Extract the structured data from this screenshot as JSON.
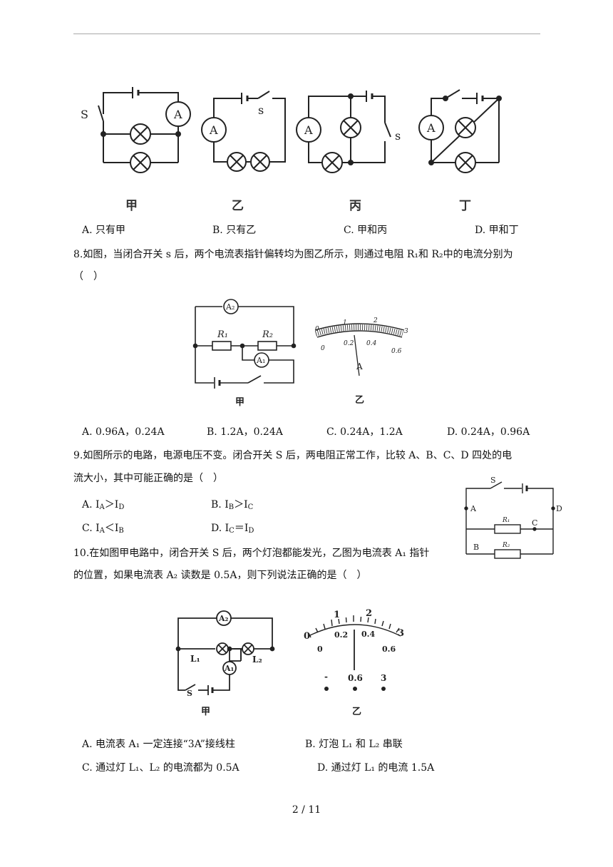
{
  "header": {},
  "q7": {
    "fig_labels": [
      "甲",
      "乙",
      "丙",
      "丁"
    ],
    "switch_label": "S",
    "switch_label_lower": "s",
    "ammeter_label": "A",
    "options": [
      "A. 只有甲",
      "B. 只有乙",
      "C. 甲和丙",
      "D. 甲和丁"
    ]
  },
  "q8": {
    "line1": "8.如图，当闭合开关 s 后，两个电流表指针偏转均为图乙所示，则通过电阻 R₁和 R₂中的电流分别为",
    "line2": "（　）",
    "fig": {
      "a2": "A₂",
      "a1": "A₁",
      "r1": "R₁",
      "r2": "R₂",
      "jia": "甲",
      "yi": "乙",
      "meter_top": [
        "1",
        "2",
        "3"
      ],
      "meter_bottom": [
        "0",
        "0.2",
        "0.4",
        "0.6"
      ],
      "meter_zero": "0",
      "pointer": "A"
    },
    "options": [
      "A. 0.96A，0.24A",
      "B. 1.2A，0.24A",
      "C. 0.24A，1.2A",
      "D. 0.24A，0.96A"
    ]
  },
  "q9": {
    "line1": "9.如图所示的电路，电源电压不变。闭合开关 S 后，两电阻正常工作，比较 A、B、C、D 四处的电",
    "line2": "流大小，其中可能正确的是（　）",
    "options": [
      "A. I",
      "B. I",
      "C. I",
      "D. I"
    ],
    "opt_parts": [
      {
        "s1": "A",
        "op": "＞",
        "s2": "D"
      },
      {
        "s1": "B",
        "op": "＞",
        "s2": "C"
      },
      {
        "s1": "A",
        "op": "＜",
        "s2": "B"
      },
      {
        "s1": "C",
        "op": "＝",
        "s2": "D"
      }
    ],
    "fig": {
      "s": "S",
      "a": "A",
      "b": "B",
      "c": "C",
      "d": "D",
      "r1": "R₁",
      "r2": "R₂"
    }
  },
  "q10": {
    "line1": "10.在如图甲电路中，闭合开关 S 后，两个灯泡都能发光，乙图为电流表 A₁ 指针",
    "line2": "的位置，如果电流表 A₂ 读数是 0.5A，则下列说法正确的是（　）",
    "fig": {
      "a2": "A₂",
      "a1": "A₁",
      "l1": "L₁",
      "l2": "L₂",
      "s": "S",
      "jia": "甲",
      "yi": "乙",
      "meter_top": [
        "1",
        "2",
        "3"
      ],
      "meter_bottom": [
        "0",
        "0.2",
        "0.4",
        "0.6"
      ],
      "meter_zero": "0",
      "terminals": [
        "-",
        "0.6",
        "3"
      ]
    },
    "options": [
      "A. 电流表 A₁ 一定连接“3A”接线柱",
      "B. 灯泡 L₁ 和 L₂ 串联",
      "C. 通过灯 L₁、L₂ 的电流都为 0.5A",
      "D. 通过灯 L₁ 的电流 1.5A"
    ]
  },
  "footer": {
    "page": "2 / 11"
  }
}
